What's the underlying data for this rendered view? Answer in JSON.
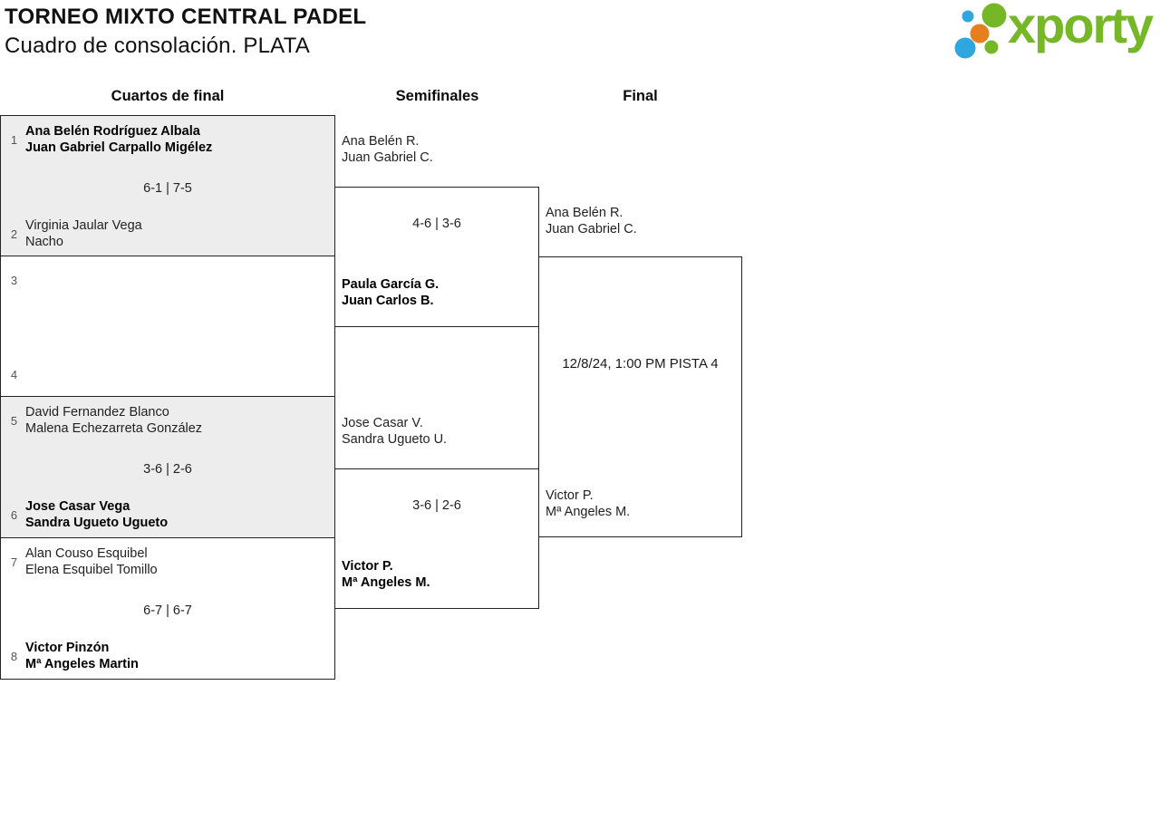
{
  "header": {
    "title_line1": "TORNEO MIXTO CENTRAL PADEL",
    "title_line2": "Cuadro de consolación. PLATA",
    "logo_text": "xporty"
  },
  "colors": {
    "logo_green": "#75b726",
    "logo_blue": "#2fa6dd",
    "logo_orange": "#e77f1e",
    "box_shaded": "#ededed",
    "border": "#222222"
  },
  "rounds": {
    "quarterfinals": "Cuartos de final",
    "semifinals": "Semifinales",
    "final": "Final"
  },
  "quarterfinals": [
    {
      "seed_top": "1",
      "team_top": [
        "Ana Belén Rodríguez Albala",
        "Juan Gabriel Carpallo Migélez"
      ],
      "top_winner": true,
      "score": "6-1 | 7-5",
      "seed_bottom": "2",
      "team_bottom": [
        "Virginia Jaular Vega",
        "Nacho"
      ],
      "bottom_winner": false,
      "shaded": true
    },
    {
      "seed_top": "3",
      "team_top": [
        "",
        ""
      ],
      "top_winner": false,
      "score": "",
      "seed_bottom": "4",
      "team_bottom": [
        "",
        ""
      ],
      "bottom_winner": false,
      "shaded": false
    },
    {
      "seed_top": "5",
      "team_top": [
        "David Fernandez Blanco",
        "Malena Echezarreta González"
      ],
      "top_winner": false,
      "score": "3-6 | 2-6",
      "seed_bottom": "6",
      "team_bottom": [
        "Jose Casar Vega",
        "Sandra Ugueto Ugueto"
      ],
      "bottom_winner": true,
      "shaded": true
    },
    {
      "seed_top": "7",
      "team_top": [
        "Alan Couso Esquibel",
        "Elena Esquibel Tomillo"
      ],
      "top_winner": false,
      "score": "6-7 | 6-7",
      "seed_bottom": "8",
      "team_bottom": [
        "Victor Pinzón",
        "Mª Angeles Martin"
      ],
      "bottom_winner": true,
      "shaded": false
    }
  ],
  "semifinals": [
    {
      "team_top": [
        "Ana Belén R.",
        "Juan Gabriel C."
      ],
      "top_winner": false,
      "score": "4-6 | 3-6",
      "team_bottom": [
        "Paula García G.",
        "Juan Carlos B."
      ],
      "bottom_winner": true
    },
    {
      "team_top": [
        "Jose Casar V.",
        "Sandra Ugueto U."
      ],
      "top_winner": false,
      "score": "3-6 | 2-6",
      "team_bottom": [
        "Victor P.",
        "Mª Angeles M."
      ],
      "bottom_winner": true
    }
  ],
  "final": {
    "team_top": [
      "Ana Belén R.",
      "Juan Gabriel C."
    ],
    "match_info": "12/8/24, 1:00 PM PISTA 4",
    "team_bottom": [
      "Victor P.",
      "Mª Angeles M."
    ]
  }
}
